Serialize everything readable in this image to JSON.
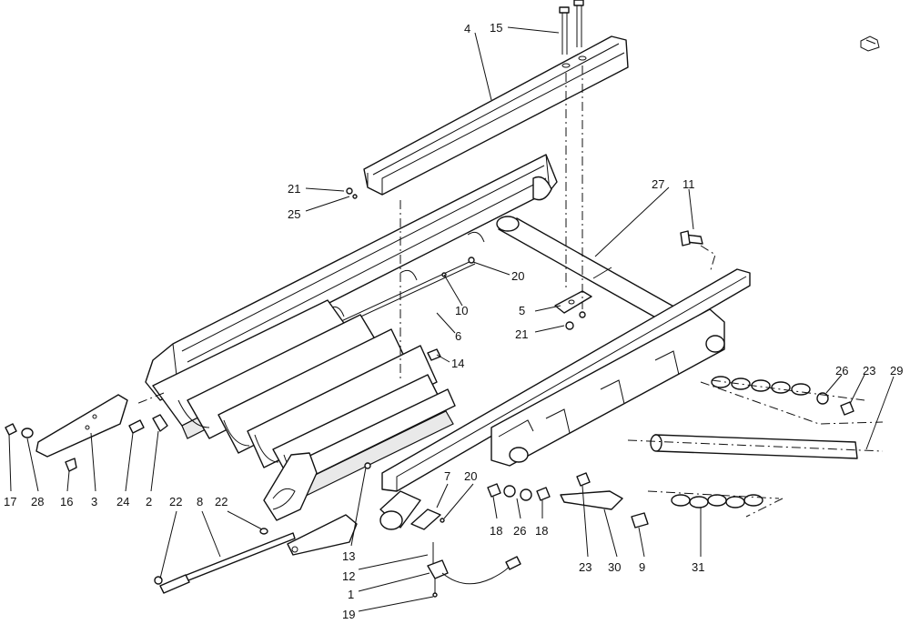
{
  "callouts": [
    {
      "id": "c4",
      "text": "4"
    },
    {
      "id": "c15",
      "text": "15"
    },
    {
      "id": "c21a",
      "text": "21"
    },
    {
      "id": "c25",
      "text": "25"
    },
    {
      "id": "c27",
      "text": "27"
    },
    {
      "id": "c11",
      "text": "11"
    },
    {
      "id": "c20a",
      "text": "20"
    },
    {
      "id": "c10",
      "text": "10"
    },
    {
      "id": "c5",
      "text": "5"
    },
    {
      "id": "c21b",
      "text": "21"
    },
    {
      "id": "c6",
      "text": "6"
    },
    {
      "id": "c14",
      "text": "14"
    },
    {
      "id": "c26a",
      "text": "26"
    },
    {
      "id": "c23a",
      "text": "23"
    },
    {
      "id": "c29",
      "text": "29"
    },
    {
      "id": "c17",
      "text": "17"
    },
    {
      "id": "c28",
      "text": "28"
    },
    {
      "id": "c16",
      "text": "16"
    },
    {
      "id": "c3",
      "text": "3"
    },
    {
      "id": "c24",
      "text": "24"
    },
    {
      "id": "c2",
      "text": "2"
    },
    {
      "id": "c22a",
      "text": "22"
    },
    {
      "id": "c8",
      "text": "8"
    },
    {
      "id": "c22b",
      "text": "22"
    },
    {
      "id": "c7",
      "text": "7"
    },
    {
      "id": "c20b",
      "text": "20"
    },
    {
      "id": "c18a",
      "text": "18"
    },
    {
      "id": "c26b",
      "text": "26"
    },
    {
      "id": "c18b",
      "text": "18"
    },
    {
      "id": "c23b",
      "text": "23"
    },
    {
      "id": "c30",
      "text": "30"
    },
    {
      "id": "c9",
      "text": "9"
    },
    {
      "id": "c31",
      "text": "31"
    },
    {
      "id": "c13",
      "text": "13"
    },
    {
      "id": "c12",
      "text": "12"
    },
    {
      "id": "c1",
      "text": "1"
    },
    {
      "id": "c19",
      "text": "19"
    }
  ],
  "icons": {
    "orientation_marker": "hand-pointer-icon"
  }
}
